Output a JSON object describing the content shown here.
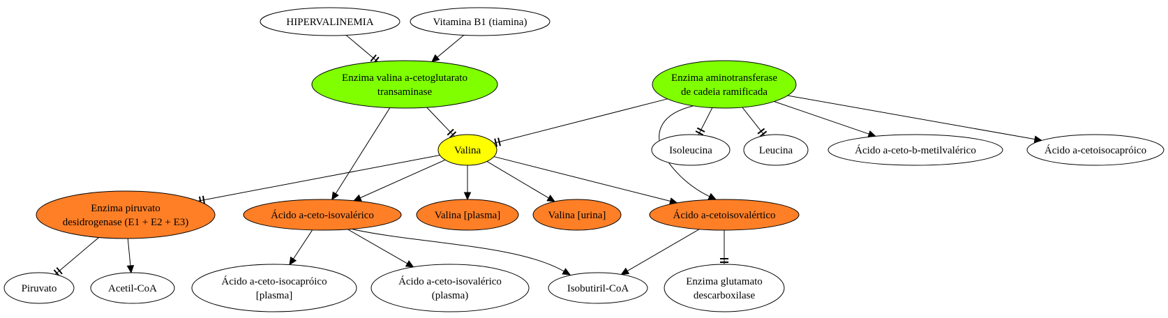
{
  "colors": {
    "green": "#7fff00",
    "yellow": "#ffff00",
    "orange": "#ff7f27",
    "white": "#ffffff"
  },
  "nodes": [
    {
      "id": "hipervalinemia",
      "lines": [
        "HIPERVALINEMIA"
      ],
      "color": "white"
    },
    {
      "id": "vitamina_b1",
      "lines": [
        "Vitamina B1 (tiamina)"
      ],
      "color": "white"
    },
    {
      "id": "enzima_valina",
      "lines": [
        "Enzima valina a-cetoglutarato",
        "transaminase"
      ],
      "color": "green"
    },
    {
      "id": "enzima_amino",
      "lines": [
        "Enzima aminotransferase",
        "de cadeia ramificada"
      ],
      "color": "green"
    },
    {
      "id": "valina",
      "lines": [
        "Valina"
      ],
      "color": "yellow"
    },
    {
      "id": "isoleucina",
      "lines": [
        "Isoleucina"
      ],
      "color": "white"
    },
    {
      "id": "leucina",
      "lines": [
        "Leucina"
      ],
      "color": "white"
    },
    {
      "id": "acido_metilvalerico",
      "lines": [
        "Ácido a-ceto-b-metilvalérico"
      ],
      "color": "white"
    },
    {
      "id": "acido_cetoisocaproico",
      "lines": [
        "Ácido a-cetoisocapróico"
      ],
      "color": "white"
    },
    {
      "id": "enzima_piruvato",
      "lines": [
        "Enzima piruvato",
        "desidrogenase (E1 + E2 + E3)"
      ],
      "color": "orange"
    },
    {
      "id": "acido_isovalerico",
      "lines": [
        "Ácido a-ceto-isovalérico"
      ],
      "color": "orange"
    },
    {
      "id": "valina_plasma",
      "lines": [
        "Valina [plasma]"
      ],
      "color": "orange"
    },
    {
      "id": "valina_urina",
      "lines": [
        "Valina [urina]"
      ],
      "color": "orange"
    },
    {
      "id": "acido_cetoisovalertico",
      "lines": [
        "Ácido a-cetoisovalértico"
      ],
      "color": "orange"
    },
    {
      "id": "piruvato",
      "lines": [
        "Piruvato"
      ],
      "color": "white"
    },
    {
      "id": "acetil_coa",
      "lines": [
        "Acetil-CoA"
      ],
      "color": "white"
    },
    {
      "id": "acido_isocaproico_plasma",
      "lines": [
        "Ácido a-ceto-isocapróico",
        "[plasma]"
      ],
      "color": "white"
    },
    {
      "id": "acido_isovalerico_plasma",
      "lines": [
        "Ácido a-ceto-isovalérico",
        "(plasma)"
      ],
      "color": "white"
    },
    {
      "id": "isobutiril_coa",
      "lines": [
        "Isobutiril-CoA"
      ],
      "color": "white"
    },
    {
      "id": "enzima_glutamato",
      "lines": [
        "Enzima glutamato",
        "descarboxilase"
      ],
      "color": "white"
    }
  ],
  "edges": [
    {
      "from": "hipervalinemia",
      "to": "enzima_valina",
      "type": "inhibit"
    },
    {
      "from": "vitamina_b1",
      "to": "enzima_valina",
      "type": "activate"
    },
    {
      "from": "enzima_valina",
      "to": "valina",
      "type": "inhibit"
    },
    {
      "from": "enzima_valina",
      "to": "acido_isovalerico",
      "type": "activate"
    },
    {
      "from": "enzima_amino",
      "to": "valina",
      "type": "inhibit"
    },
    {
      "from": "enzima_amino",
      "to": "isoleucina",
      "type": "inhibit"
    },
    {
      "from": "enzima_amino",
      "to": "leucina",
      "type": "inhibit"
    },
    {
      "from": "enzima_amino",
      "to": "acido_metilvalerico",
      "type": "activate"
    },
    {
      "from": "enzima_amino",
      "to": "acido_cetoisocaproico",
      "type": "activate"
    },
    {
      "from": "enzima_amino",
      "to": "acido_cetoisovalertico",
      "type": "activate"
    },
    {
      "from": "valina",
      "to": "enzima_piruvato",
      "type": "inhibit"
    },
    {
      "from": "valina",
      "to": "acido_isovalerico",
      "type": "activate"
    },
    {
      "from": "valina",
      "to": "valina_plasma",
      "type": "activate"
    },
    {
      "from": "valina",
      "to": "valina_urina",
      "type": "activate"
    },
    {
      "from": "valina",
      "to": "acido_cetoisovalertico",
      "type": "activate"
    },
    {
      "from": "enzima_piruvato",
      "to": "piruvato",
      "type": "inhibit"
    },
    {
      "from": "enzima_piruvato",
      "to": "acetil_coa",
      "type": "activate"
    },
    {
      "from": "acido_isovalerico",
      "to": "acido_isocaproico_plasma",
      "type": "activate"
    },
    {
      "from": "acido_isovalerico",
      "to": "acido_isovalerico_plasma",
      "type": "activate"
    },
    {
      "from": "acido_isovalerico",
      "to": "isobutiril_coa",
      "type": "activate"
    },
    {
      "from": "acido_cetoisovalertico",
      "to": "isobutiril_coa",
      "type": "activate"
    },
    {
      "from": "acido_cetoisovalertico",
      "to": "enzima_glutamato",
      "type": "inhibit"
    }
  ]
}
